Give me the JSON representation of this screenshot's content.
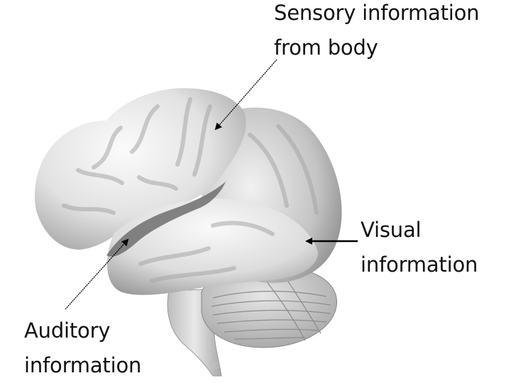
{
  "labels": {
    "sensory": {
      "line1": "Sensory information",
      "line2": "from body"
    },
    "visual": {
      "line1": "Visual",
      "line2": "information"
    },
    "auditory": {
      "line1": "Auditory",
      "line2": "information"
    }
  },
  "watermark": "©",
  "colors": {
    "text": "#111111",
    "arrow": "#000000",
    "brain_light": "#f2f2f2",
    "brain_mid": "#c9c9c9",
    "brain_dark": "#8a8a8a",
    "fissure": "#6f6f6f"
  }
}
